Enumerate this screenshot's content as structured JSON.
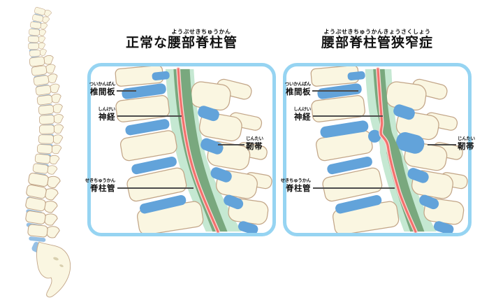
{
  "colors": {
    "panel_border": "#96d4f2",
    "canal_outer": "#c5e8d2",
    "canal_inner": "#79a87e",
    "nerve": "#f4706d",
    "nerve_halo": "#fad8d2",
    "disc_blue": "#62a3da",
    "bone_fill": "#faf6e1",
    "bone_stroke": "#c2a587",
    "spine_disc": "#95c0e5",
    "label_line": "#4c4c4c",
    "text": "#111111"
  },
  "illustration": {
    "name": "spine-side-view"
  },
  "panels": [
    {
      "id": "normal",
      "title_furigana": "ようぶせきちゅうかん",
      "title": "正常な腰部脊柱管",
      "labels": {
        "disc": {
          "furigana": "ついかんばん",
          "text": "椎間板"
        },
        "nerve": {
          "furigana": "しんけい",
          "text": "神経"
        },
        "ligament": {
          "furigana": "じんたい",
          "text": "靭帯"
        },
        "canal": {
          "furigana": "せきちゅうかん",
          "text": "脊柱管"
        }
      }
    },
    {
      "id": "stenosis",
      "title_furigana": "ようぶせきちゅうかんきょうさくしょう",
      "title": "腰部脊柱管狭窄症",
      "labels": {
        "disc": {
          "furigana": "ついかんばん",
          "text": "椎間板"
        },
        "nerve": {
          "furigana": "しんけい",
          "text": "神経"
        },
        "ligament": {
          "furigana": "じんたい",
          "text": "靭帯"
        },
        "canal": {
          "furigana": "せきちゅうかん",
          "text": "脊柱管"
        }
      }
    }
  ]
}
